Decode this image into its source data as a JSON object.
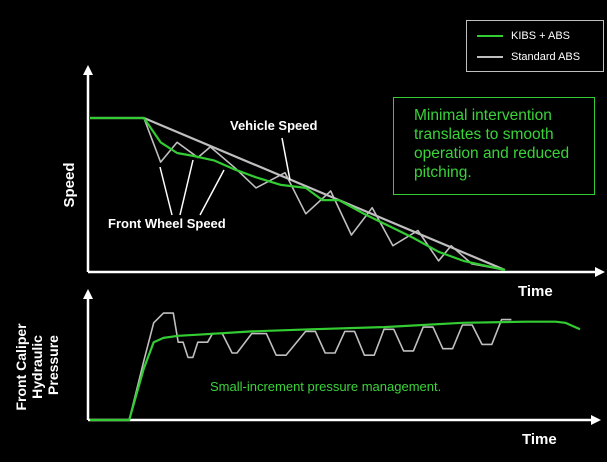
{
  "legend": {
    "kibs_label": "KIBS + ABS",
    "std_label": "Standard ABS"
  },
  "note": "Minimal intervention translates to smooth operation and reduced pitching.",
  "top_chart": {
    "ylabel": "Speed",
    "xlabel": "Time",
    "vehicle_speed_label": "Vehicle Speed",
    "wheel_speed_label": "Front Wheel Speed"
  },
  "bottom_chart": {
    "ylabel_lines": [
      "Front Caliper",
      "Hydraulic",
      "Pressure"
    ],
    "xlabel": "Time",
    "annotation": "Small-increment pressure management."
  },
  "colors": {
    "kibs": "#33cc33",
    "standard": "#bfbfbf",
    "axes": "#ffffff",
    "note": "#3ad33a"
  },
  "chart_data": [
    {
      "type": "line",
      "ylabel": "Speed",
      "xlabel": "Time",
      "xlim": [
        0,
        100
      ],
      "ylim": [
        0,
        100
      ],
      "series": [
        {
          "name": "Vehicle Speed",
          "x": [
            0,
            13,
            100
          ],
          "y": [
            100,
            100,
            0
          ]
        },
        {
          "name": "KIBS + ABS",
          "x": [
            0,
            13,
            17,
            21,
            25,
            30,
            35,
            40,
            46,
            52,
            56,
            60,
            66,
            72,
            78,
            84,
            90,
            100
          ],
          "y": [
            100,
            100,
            84,
            77,
            75,
            72,
            66,
            61,
            56,
            54,
            46,
            46,
            37,
            29,
            21,
            12,
            6,
            0
          ]
        },
        {
          "name": "Standard ABS",
          "x": [
            0,
            13,
            17,
            21,
            26,
            29,
            35,
            40,
            47,
            52,
            58,
            63,
            68,
            73,
            79,
            84,
            87,
            92,
            100
          ],
          "y": [
            100,
            100,
            71,
            84,
            74,
            81,
            67,
            54,
            64,
            37,
            52,
            23,
            41,
            16,
            26,
            6,
            16,
            4,
            0
          ]
        }
      ]
    },
    {
      "type": "line",
      "ylabel": "Front Caliper Hydraulic Pressure",
      "xlabel": "Time",
      "xlim": [
        0,
        100
      ],
      "ylim": [
        0,
        100
      ],
      "series": [
        {
          "name": "KIBS + ABS",
          "x": [
            0,
            8,
            11,
            13,
            15,
            18,
            22,
            33,
            45,
            60,
            76,
            89,
            95,
            97,
            100
          ],
          "y": [
            0,
            0,
            48,
            72,
            76,
            78,
            79,
            82,
            84,
            86,
            90,
            91,
            91,
            90,
            84
          ]
        },
        {
          "name": "Standard ABS",
          "x": [
            0,
            8,
            11,
            13,
            15,
            17,
            18,
            19,
            20,
            21,
            22,
            24,
            25,
            27,
            29,
            30,
            33,
            36,
            38,
            40,
            44,
            46,
            48,
            50,
            52,
            54,
            56,
            58,
            60,
            62,
            64,
            66,
            68,
            70,
            72,
            74,
            76,
            78,
            80,
            82,
            84,
            86
          ],
          "y": [
            0,
            0,
            55,
            90,
            99,
            99,
            72,
            72,
            58,
            58,
            72,
            72,
            80,
            80,
            62,
            62,
            80,
            80,
            60,
            60,
            82,
            82,
            62,
            62,
            82,
            82,
            60,
            60,
            84,
            84,
            64,
            64,
            86,
            86,
            66,
            66,
            88,
            88,
            70,
            70,
            93,
            93
          ]
        }
      ]
    }
  ]
}
